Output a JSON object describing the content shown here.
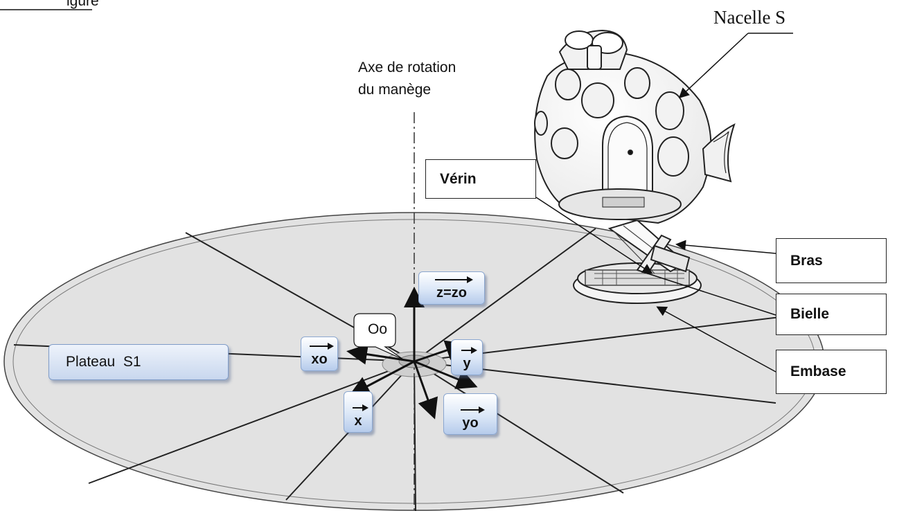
{
  "figure": {
    "header_fragment": "igure",
    "nacelle_label": "Nacelle S",
    "axis_label_line1": "Axe de rotation",
    "axis_label_line2": "du manège",
    "plateau_label": "Plateau  S1",
    "origin_label": "Oo",
    "parts": {
      "verin": "Vérin",
      "bras": "Bras",
      "bielle": "Bielle",
      "embase": "Embase"
    },
    "vectors": {
      "z_zo": "z=zo",
      "xo": "xo",
      "y": "y",
      "x": "x",
      "yo": "yo"
    }
  }
}
